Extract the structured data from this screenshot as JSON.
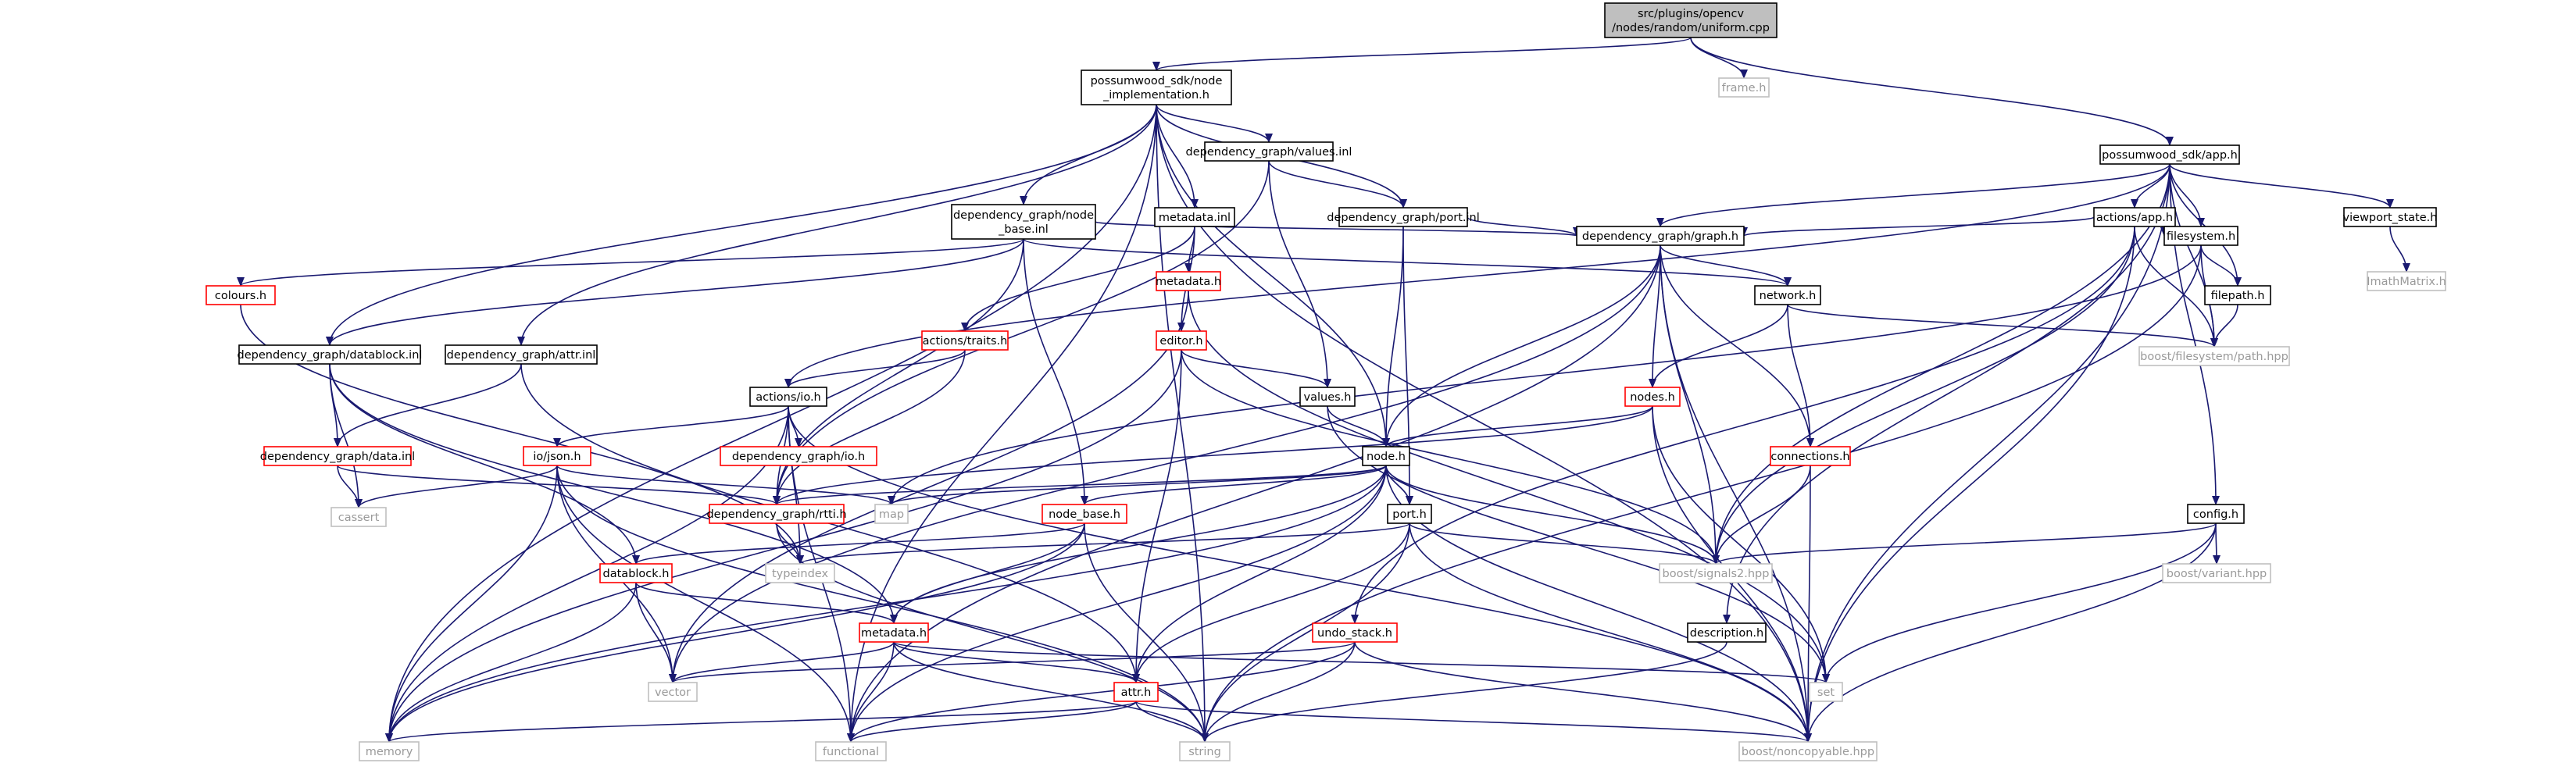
{
  "colors": {
    "root_fill": "#bfbfbf",
    "normal_border": "#000000",
    "truncated_border": "#ff0000",
    "system_border": "#bfbfbf",
    "edge": "#191970"
  },
  "nodes": [
    {
      "id": "root",
      "lines": [
        "src/plugins/opencv",
        "/nodes/random/uniform.cpp"
      ],
      "kind": "root"
    },
    {
      "id": "frame",
      "lines": [
        "frame.h"
      ],
      "kind": "system"
    },
    {
      "id": "node_impl",
      "lines": [
        "possumwood_sdk/node",
        "_implementation.h"
      ],
      "kind": "normal"
    },
    {
      "id": "app",
      "lines": [
        "possumwood_sdk/app.h"
      ],
      "kind": "normal"
    },
    {
      "id": "values_inl",
      "lines": [
        "dependency_graph/values.inl"
      ],
      "kind": "normal"
    },
    {
      "id": "node_base_inl",
      "lines": [
        "dependency_graph/node",
        "_base.inl"
      ],
      "kind": "normal"
    },
    {
      "id": "metadata_inl",
      "lines": [
        "metadata.inl"
      ],
      "kind": "normal"
    },
    {
      "id": "port_inl",
      "lines": [
        "dependency_graph/port.inl"
      ],
      "kind": "normal"
    },
    {
      "id": "actions_app",
      "lines": [
        "actions/app.h"
      ],
      "kind": "normal"
    },
    {
      "id": "viewport_state",
      "lines": [
        "viewport_state.h"
      ],
      "kind": "normal"
    },
    {
      "id": "imath",
      "lines": [
        "ImathMatrix.h"
      ],
      "kind": "system"
    },
    {
      "id": "graph_h",
      "lines": [
        "dependency_graph/graph.h"
      ],
      "kind": "normal"
    },
    {
      "id": "filesystem",
      "lines": [
        "filesystem.h"
      ],
      "kind": "normal"
    },
    {
      "id": "filepath",
      "lines": [
        "filepath.h"
      ],
      "kind": "normal"
    },
    {
      "id": "boost_fs_path",
      "lines": [
        "boost/filesystem/path.hpp"
      ],
      "kind": "system"
    },
    {
      "id": "metadata_h_top",
      "lines": [
        "metadata.h"
      ],
      "kind": "truncated"
    },
    {
      "id": "colours",
      "lines": [
        "colours.h"
      ],
      "kind": "truncated"
    },
    {
      "id": "actions_traits",
      "lines": [
        "actions/traits.h"
      ],
      "kind": "truncated"
    },
    {
      "id": "editor",
      "lines": [
        "editor.h"
      ],
      "kind": "truncated"
    },
    {
      "id": "network",
      "lines": [
        "network.h"
      ],
      "kind": "normal"
    },
    {
      "id": "datablock_inl",
      "lines": [
        "dependency_graph/datablock.inl"
      ],
      "kind": "normal"
    },
    {
      "id": "attr_inl",
      "lines": [
        "dependency_graph/attr.inl"
      ],
      "kind": "normal"
    },
    {
      "id": "actions_io",
      "lines": [
        "actions/io.h"
      ],
      "kind": "normal"
    },
    {
      "id": "values_h",
      "lines": [
        "values.h"
      ],
      "kind": "normal"
    },
    {
      "id": "nodes_h",
      "lines": [
        "nodes.h"
      ],
      "kind": "truncated"
    },
    {
      "id": "data_inl",
      "lines": [
        "dependency_graph/data.inl"
      ],
      "kind": "truncated"
    },
    {
      "id": "io_json",
      "lines": [
        "io/json.h"
      ],
      "kind": "truncated"
    },
    {
      "id": "dg_io",
      "lines": [
        "dependency_graph/io.h"
      ],
      "kind": "truncated"
    },
    {
      "id": "node_h",
      "lines": [
        "node.h"
      ],
      "kind": "normal"
    },
    {
      "id": "connections",
      "lines": [
        "connections.h"
      ],
      "kind": "truncated"
    },
    {
      "id": "cassert",
      "lines": [
        "cassert"
      ],
      "kind": "system"
    },
    {
      "id": "rtti",
      "lines": [
        "dependency_graph/rtti.h"
      ],
      "kind": "truncated"
    },
    {
      "id": "map",
      "lines": [
        "map"
      ],
      "kind": "system"
    },
    {
      "id": "node_base_h",
      "lines": [
        "node_base.h"
      ],
      "kind": "truncated"
    },
    {
      "id": "port_h",
      "lines": [
        "port.h"
      ],
      "kind": "normal"
    },
    {
      "id": "config",
      "lines": [
        "config.h"
      ],
      "kind": "normal"
    },
    {
      "id": "typeindex",
      "lines": [
        "typeindex"
      ],
      "kind": "system"
    },
    {
      "id": "datablock_h",
      "lines": [
        "datablock.h"
      ],
      "kind": "truncated"
    },
    {
      "id": "signals2",
      "lines": [
        "boost/signals2.hpp"
      ],
      "kind": "system"
    },
    {
      "id": "boost_variant",
      "lines": [
        "boost/variant.hpp"
      ],
      "kind": "system"
    },
    {
      "id": "metadata_h",
      "lines": [
        "metadata.h"
      ],
      "kind": "truncated"
    },
    {
      "id": "undo_stack",
      "lines": [
        "undo_stack.h"
      ],
      "kind": "truncated"
    },
    {
      "id": "description",
      "lines": [
        "description.h"
      ],
      "kind": "normal"
    },
    {
      "id": "vector",
      "lines": [
        "vector"
      ],
      "kind": "system"
    },
    {
      "id": "set",
      "lines": [
        "set"
      ],
      "kind": "system"
    },
    {
      "id": "attr_h",
      "lines": [
        "attr.h"
      ],
      "kind": "truncated"
    },
    {
      "id": "memory",
      "lines": [
        "memory"
      ],
      "kind": "system"
    },
    {
      "id": "functional",
      "lines": [
        "functional"
      ],
      "kind": "system"
    },
    {
      "id": "string",
      "lines": [
        "string"
      ],
      "kind": "system"
    },
    {
      "id": "noncopyable",
      "lines": [
        "boost/noncopyable.hpp"
      ],
      "kind": "system"
    }
  ],
  "edges": [
    [
      "root",
      "node_impl"
    ],
    [
      "root",
      "frame"
    ],
    [
      "root",
      "app"
    ],
    [
      "node_impl",
      "values_inl"
    ],
    [
      "node_impl",
      "node_base_inl"
    ],
    [
      "node_impl",
      "metadata_inl"
    ],
    [
      "node_impl",
      "port_inl"
    ],
    [
      "node_impl",
      "datablock_inl"
    ],
    [
      "node_impl",
      "attr_inl"
    ],
    [
      "node_impl",
      "node_h"
    ],
    [
      "node_impl",
      "memory"
    ],
    [
      "node_impl",
      "functional"
    ],
    [
      "node_impl",
      "string"
    ],
    [
      "node_impl",
      "noncopyable"
    ],
    [
      "app",
      "actions_app"
    ],
    [
      "app",
      "viewport_state"
    ],
    [
      "app",
      "graph_h"
    ],
    [
      "app",
      "filesystem"
    ],
    [
      "app",
      "filepath"
    ],
    [
      "app",
      "boost_fs_path"
    ],
    [
      "app",
      "actions_io"
    ],
    [
      "app",
      "signals2"
    ],
    [
      "app",
      "config"
    ],
    [
      "app",
      "description"
    ],
    [
      "app",
      "noncopyable"
    ],
    [
      "viewport_state",
      "imath"
    ],
    [
      "values_inl",
      "port_inl"
    ],
    [
      "values_inl",
      "values_h"
    ],
    [
      "values_inl",
      "rtti"
    ],
    [
      "node_base_inl",
      "graph_h"
    ],
    [
      "node_base_inl",
      "node_base_h"
    ],
    [
      "node_base_inl",
      "rtti"
    ],
    [
      "node_base_inl",
      "colours"
    ],
    [
      "node_base_inl",
      "datablock_inl"
    ],
    [
      "node_base_inl",
      "network"
    ],
    [
      "metadata_inl",
      "metadata_h_top"
    ],
    [
      "metadata_inl",
      "actions_traits"
    ],
    [
      "metadata_inl",
      "editor"
    ],
    [
      "port_inl",
      "graph_h"
    ],
    [
      "port_inl",
      "node_h"
    ],
    [
      "port_inl",
      "port_h"
    ],
    [
      "actions_app",
      "graph_h"
    ],
    [
      "actions_app",
      "filesystem"
    ],
    [
      "actions_app",
      "boost_fs_path"
    ],
    [
      "actions_app",
      "signals2"
    ],
    [
      "actions_app",
      "undo_stack"
    ],
    [
      "actions_app",
      "noncopyable"
    ],
    [
      "filesystem",
      "filepath"
    ],
    [
      "filesystem",
      "boost_fs_path"
    ],
    [
      "filesystem",
      "string"
    ],
    [
      "filesystem",
      "map"
    ],
    [
      "filepath",
      "boost_fs_path"
    ],
    [
      "graph_h",
      "network"
    ],
    [
      "graph_h",
      "nodes_h"
    ],
    [
      "graph_h",
      "connections"
    ],
    [
      "graph_h",
      "node_h"
    ],
    [
      "graph_h",
      "signals2"
    ],
    [
      "graph_h",
      "noncopyable"
    ],
    [
      "graph_h",
      "vector"
    ],
    [
      "graph_h",
      "functional"
    ],
    [
      "metadata_h_top",
      "vector"
    ],
    [
      "metadata_h_top",
      "set"
    ],
    [
      "colours",
      "typeindex"
    ],
    [
      "actions_traits",
      "actions_io"
    ],
    [
      "actions_traits",
      "rtti"
    ],
    [
      "editor",
      "values_h"
    ],
    [
      "editor",
      "attr_h"
    ],
    [
      "editor",
      "signals2"
    ],
    [
      "editor",
      "memory"
    ],
    [
      "network",
      "nodes_h"
    ],
    [
      "network",
      "connections"
    ],
    [
      "network",
      "boost_fs_path"
    ],
    [
      "datablock_inl",
      "data_inl"
    ],
    [
      "datablock_inl",
      "cassert"
    ],
    [
      "datablock_inl",
      "datablock_h"
    ],
    [
      "datablock_inl",
      "metadata_h"
    ],
    [
      "attr_inl",
      "data_inl"
    ],
    [
      "attr_inl",
      "attr_h"
    ],
    [
      "actions_io",
      "io_json"
    ],
    [
      "actions_io",
      "dg_io"
    ],
    [
      "actions_io",
      "rtti"
    ],
    [
      "actions_io",
      "typeindex"
    ],
    [
      "actions_io",
      "memory"
    ],
    [
      "actions_io",
      "functional"
    ],
    [
      "actions_io",
      "noncopyable"
    ],
    [
      "values_h",
      "node_h"
    ],
    [
      "values_h",
      "set"
    ],
    [
      "nodes_h",
      "node_h"
    ],
    [
      "nodes_h",
      "set"
    ],
    [
      "nodes_h",
      "noncopyable"
    ],
    [
      "nodes_h",
      "rtti"
    ],
    [
      "data_inl",
      "rtti"
    ],
    [
      "data_inl",
      "cassert"
    ],
    [
      "io_json",
      "cassert"
    ],
    [
      "io_json",
      "map"
    ],
    [
      "io_json",
      "vector"
    ],
    [
      "io_json",
      "memory"
    ],
    [
      "io_json",
      "string"
    ],
    [
      "io_json",
      "functional"
    ],
    [
      "node_h",
      "port_h"
    ],
    [
      "node_h",
      "node_base_h"
    ],
    [
      "node_h",
      "rtti"
    ],
    [
      "node_h",
      "map"
    ],
    [
      "node_h",
      "signals2"
    ],
    [
      "node_h",
      "metadata_h"
    ],
    [
      "node_h",
      "attr_h"
    ],
    [
      "node_h",
      "memory"
    ],
    [
      "node_h",
      "functional"
    ],
    [
      "node_h",
      "noncopyable"
    ],
    [
      "connections",
      "signals2"
    ],
    [
      "connections",
      "noncopyable"
    ],
    [
      "rtti",
      "typeindex"
    ],
    [
      "rtti",
      "string"
    ],
    [
      "node_base_h",
      "datablock_h"
    ],
    [
      "node_base_h",
      "metadata_h"
    ],
    [
      "node_base_h",
      "memory"
    ],
    [
      "node_base_h",
      "string"
    ],
    [
      "port_h",
      "typeindex"
    ],
    [
      "port_h",
      "signals2"
    ],
    [
      "port_h",
      "attr_h"
    ],
    [
      "port_h",
      "string"
    ],
    [
      "port_h",
      "noncopyable"
    ],
    [
      "config",
      "boost_variant"
    ],
    [
      "config",
      "signals2"
    ],
    [
      "config",
      "set"
    ],
    [
      "config",
      "noncopyable"
    ],
    [
      "datablock_h",
      "metadata_h"
    ],
    [
      "datablock_h",
      "vector"
    ],
    [
      "datablock_h",
      "memory"
    ],
    [
      "metadata_h",
      "vector"
    ],
    [
      "metadata_h",
      "attr_h"
    ],
    [
      "metadata_h",
      "set"
    ],
    [
      "metadata_h",
      "functional"
    ],
    [
      "metadata_h",
      "string"
    ],
    [
      "undo_stack",
      "vector"
    ],
    [
      "undo_stack",
      "functional"
    ],
    [
      "undo_stack",
      "string"
    ],
    [
      "undo_stack",
      "noncopyable"
    ],
    [
      "description",
      "string"
    ],
    [
      "attr_h",
      "memory"
    ],
    [
      "attr_h",
      "functional"
    ],
    [
      "attr_h",
      "string"
    ],
    [
      "attr_h",
      "noncopyable"
    ]
  ]
}
